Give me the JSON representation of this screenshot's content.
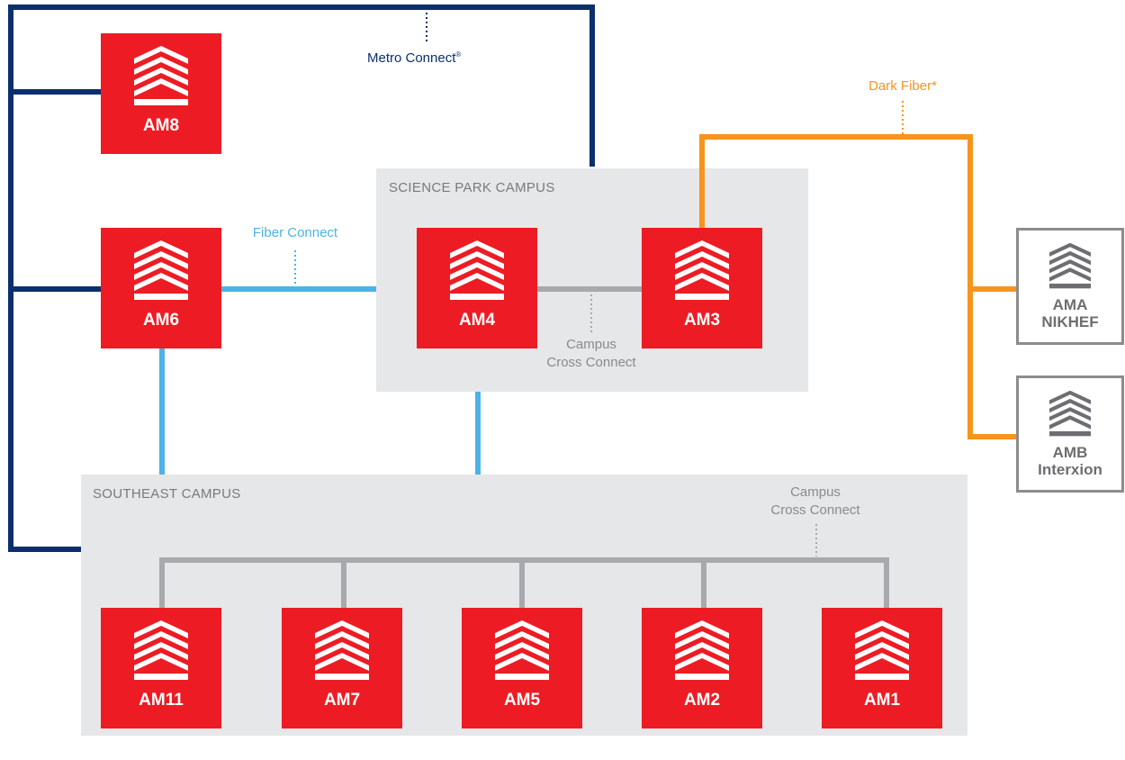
{
  "campuses": {
    "science_park": "SCIENCE PARK CAMPUS",
    "southeast": "SOUTHEAST CAMPUS"
  },
  "data_centers": {
    "am8": "AM8",
    "am6": "AM6",
    "am4": "AM4",
    "am3": "AM3",
    "am11": "AM11",
    "am7": "AM7",
    "am5": "AM5",
    "am2": "AM2",
    "am1": "AM1"
  },
  "external_sites": {
    "ama_line1": "AMA",
    "ama_line2": "NIKHEF",
    "amb_line1": "AMB",
    "amb_line2": "Interxion"
  },
  "connections": {
    "metro": "Metro Connect",
    "metro_mark": "®",
    "fiber": "Fiber Connect",
    "dark": "Dark Fiber*",
    "cross_sp_line1": "Campus",
    "cross_sp_line2": "Cross Connect",
    "cross_se_line1": "Campus",
    "cross_se_line2": "Cross Connect"
  },
  "colors": {
    "datacenter": "#ed1c24",
    "metro_connect": "#0b2f6e",
    "fiber_connect": "#4bb3e6",
    "dark_fiber": "#f7941d",
    "cross_connect": "#a7a9ac",
    "campus_bg": "#e6e7e8",
    "external_border": "#8c8c8c"
  },
  "icon": "stacked-building-icon"
}
